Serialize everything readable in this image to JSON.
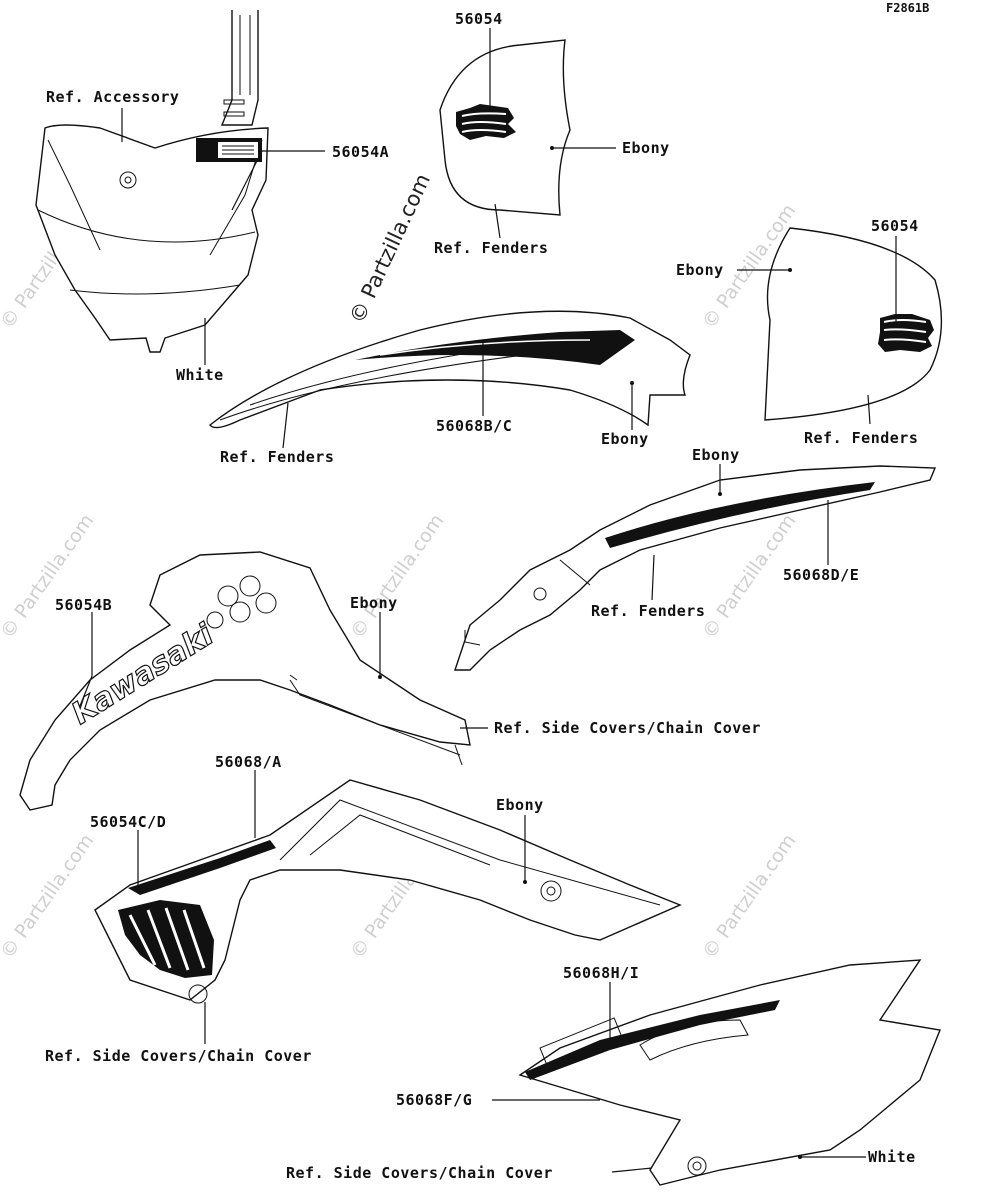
{
  "figure_code": "F2861B",
  "watermark": {
    "main": "© Partzilla.com",
    "repeat": "© Partzilla.com"
  },
  "labels": {
    "ref_accessory": "Ref. Accessory",
    "p56054A": "56054A",
    "white_1": "White",
    "p56054_top": "56054",
    "ebony_top": "Ebony",
    "ref_fenders_top": "Ref. Fenders",
    "p56054_right": "56054",
    "ebony_right": "Ebony",
    "ref_fenders_right": "Ref. Fenders",
    "p56068BC": "56068B/C",
    "ebony_front_fender": "Ebony",
    "ref_fenders_front": "Ref. Fenders",
    "ebony_rear": "Ebony",
    "p56068DE": "56068D/E",
    "ref_fenders_rear": "Ref. Fenders",
    "p56054B": "56054B",
    "ebony_shroud": "Ebony",
    "ref_side_covers_1": "Ref. Side Covers/Chain Cover",
    "p56068A": "56068/A",
    "p56054CD": "56054C/D",
    "ebony_lower_shroud": "Ebony",
    "ref_side_covers_2": "Ref. Side Covers/Chain Cover",
    "p56068HI": "56068H/I",
    "p56068FG": "56068F/G",
    "ref_side_covers_3": "Ref. Side Covers/Chain Cover",
    "white_2": "White"
  },
  "decal_text": {
    "kawasaki": "Kawasaki"
  }
}
